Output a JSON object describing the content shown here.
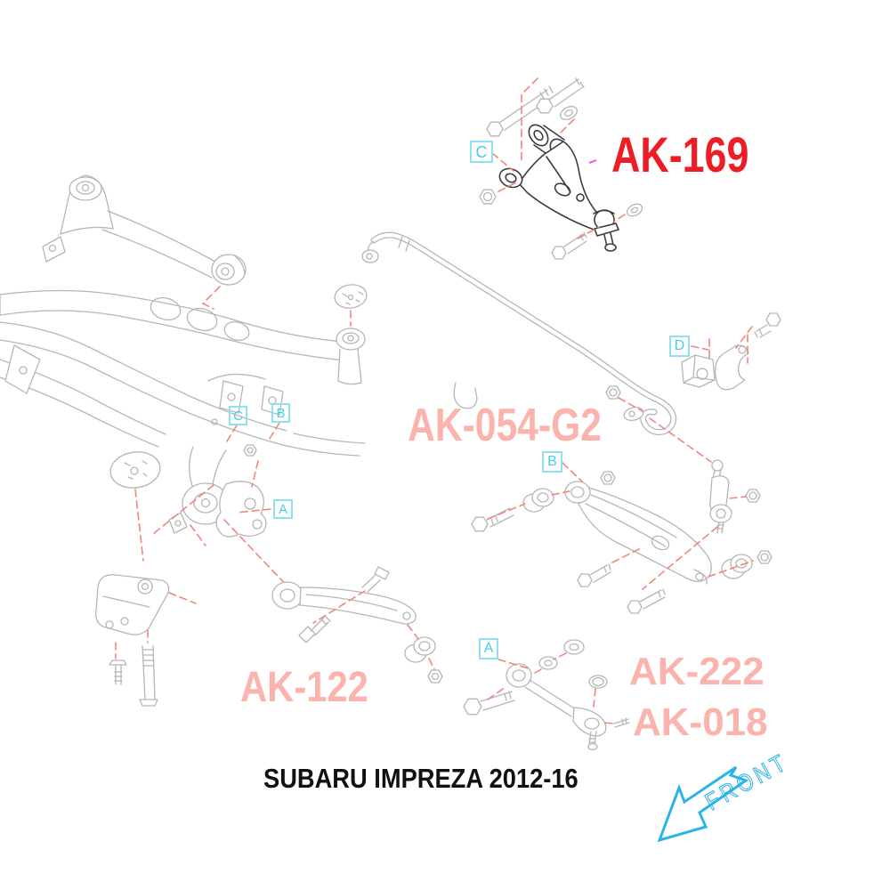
{
  "palette": {
    "background": "#ffffff",
    "line_gray": "#b6b6b6",
    "line_dark": "#3c3c3c",
    "leader_red_dash": "#f2857c",
    "callout_cyan": "#45cdec",
    "label_highlight_red": "#ee1c24",
    "label_pink": "#fbb3ad",
    "front_blue": "#29b4e8",
    "title_black": "#111111"
  },
  "title": {
    "text": "SUBARU IMPREZA 2012-16"
  },
  "part_labels": {
    "ak169": {
      "text": "AK-169",
      "color": "#ee1c24",
      "highlighted": true
    },
    "ak054": {
      "text": "AK-054-G2",
      "color": "#fbb3ad",
      "highlighted": false
    },
    "ak122": {
      "text": "AK-122",
      "color": "#fbb3ad",
      "highlighted": false
    },
    "ak222": {
      "text": "AK-222",
      "color": "#fbb3ad",
      "highlighted": false
    },
    "ak018": {
      "text": "AK-018",
      "color": "#fbb3ad",
      "highlighted": false
    }
  },
  "callouts": {
    "c_upper": "C",
    "c_subframe": "C",
    "b_subframe": "B",
    "a_subframe": "A",
    "d_swaybar": "D",
    "b_lower_arm": "B",
    "a_lateral_link": "A"
  },
  "front_indicator": {
    "label": "FRONT",
    "color": "#29b4e8"
  }
}
